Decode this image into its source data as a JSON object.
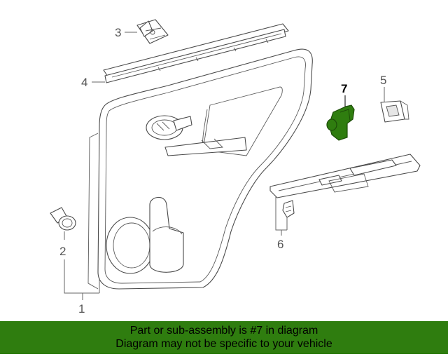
{
  "callouts": {
    "c1": "1",
    "c2": "2",
    "c3": "3",
    "c4": "4",
    "c5": "5",
    "c6": "6",
    "c7": "7"
  },
  "highlight": {
    "part_number": "7",
    "color": "#2f7d0f"
  },
  "banner": {
    "line1": "Part or sub-assembly is #7 in diagram",
    "line2": "Diagram may not be specific to your vehicle",
    "background": "#2f7d0f"
  }
}
